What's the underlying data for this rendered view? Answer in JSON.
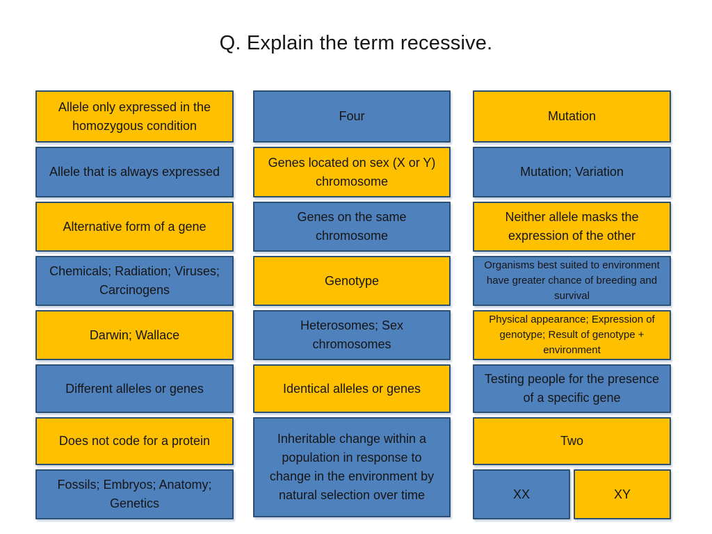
{
  "title": "Q. Explain the term recessive.",
  "colors": {
    "background": "#ffffff",
    "yellow": "#ffc000",
    "blue": "#4f81bd",
    "border": "#2c4f74",
    "text": "#161616"
  },
  "columns": [
    {
      "boxes": [
        {
          "label": "Allele only expressed in the homozygous condition",
          "color": "yellow"
        },
        {
          "label": "Allele that is always expressed",
          "color": "blue"
        },
        {
          "label": "Alternative form of a gene",
          "color": "yellow"
        },
        {
          "label": "Chemicals; Radiation; Viruses; Carcinogens",
          "color": "blue"
        },
        {
          "label": "Darwin; Wallace",
          "color": "yellow"
        },
        {
          "label": "Different alleles or genes",
          "color": "blue"
        },
        {
          "label": "Does not code for a protein",
          "color": "yellow"
        },
        {
          "label": "Fossils; Embryos; Anatomy; Genetics",
          "color": "blue"
        }
      ]
    },
    {
      "boxes": [
        {
          "label": "Four",
          "color": "blue"
        },
        {
          "label": "Genes located on sex (X or Y) chromosome",
          "color": "yellow"
        },
        {
          "label": "Genes on the same chromosome",
          "color": "blue"
        },
        {
          "label": "Genotype",
          "color": "yellow"
        },
        {
          "label": "Heterosomes; Sex chromosomes",
          "color": "blue"
        },
        {
          "label": "Identical alleles or genes",
          "color": "yellow"
        },
        {
          "label": "Inheritable change within a population in response to change in the environment by natural selection over time",
          "color": "blue"
        }
      ]
    },
    {
      "boxes": [
        {
          "label": "Mutation",
          "color": "yellow"
        },
        {
          "label": "Mutation; Variation",
          "color": "blue"
        },
        {
          "label": "Neither allele masks the expression of the other",
          "color": "yellow"
        },
        {
          "label": "Organisms best suited to environment have greater chance of breeding and survival",
          "color": "blue",
          "small": true
        },
        {
          "label": "Physical appearance; Expression of genotype; Result of genotype + environment",
          "color": "yellow",
          "small": true
        },
        {
          "label": "Testing people for the presence of a specific gene",
          "color": "blue"
        },
        {
          "label": "Two",
          "color": "yellow"
        }
      ],
      "pair": [
        {
          "label": "XX",
          "color": "blue"
        },
        {
          "label": "XY",
          "color": "yellow"
        }
      ]
    }
  ]
}
